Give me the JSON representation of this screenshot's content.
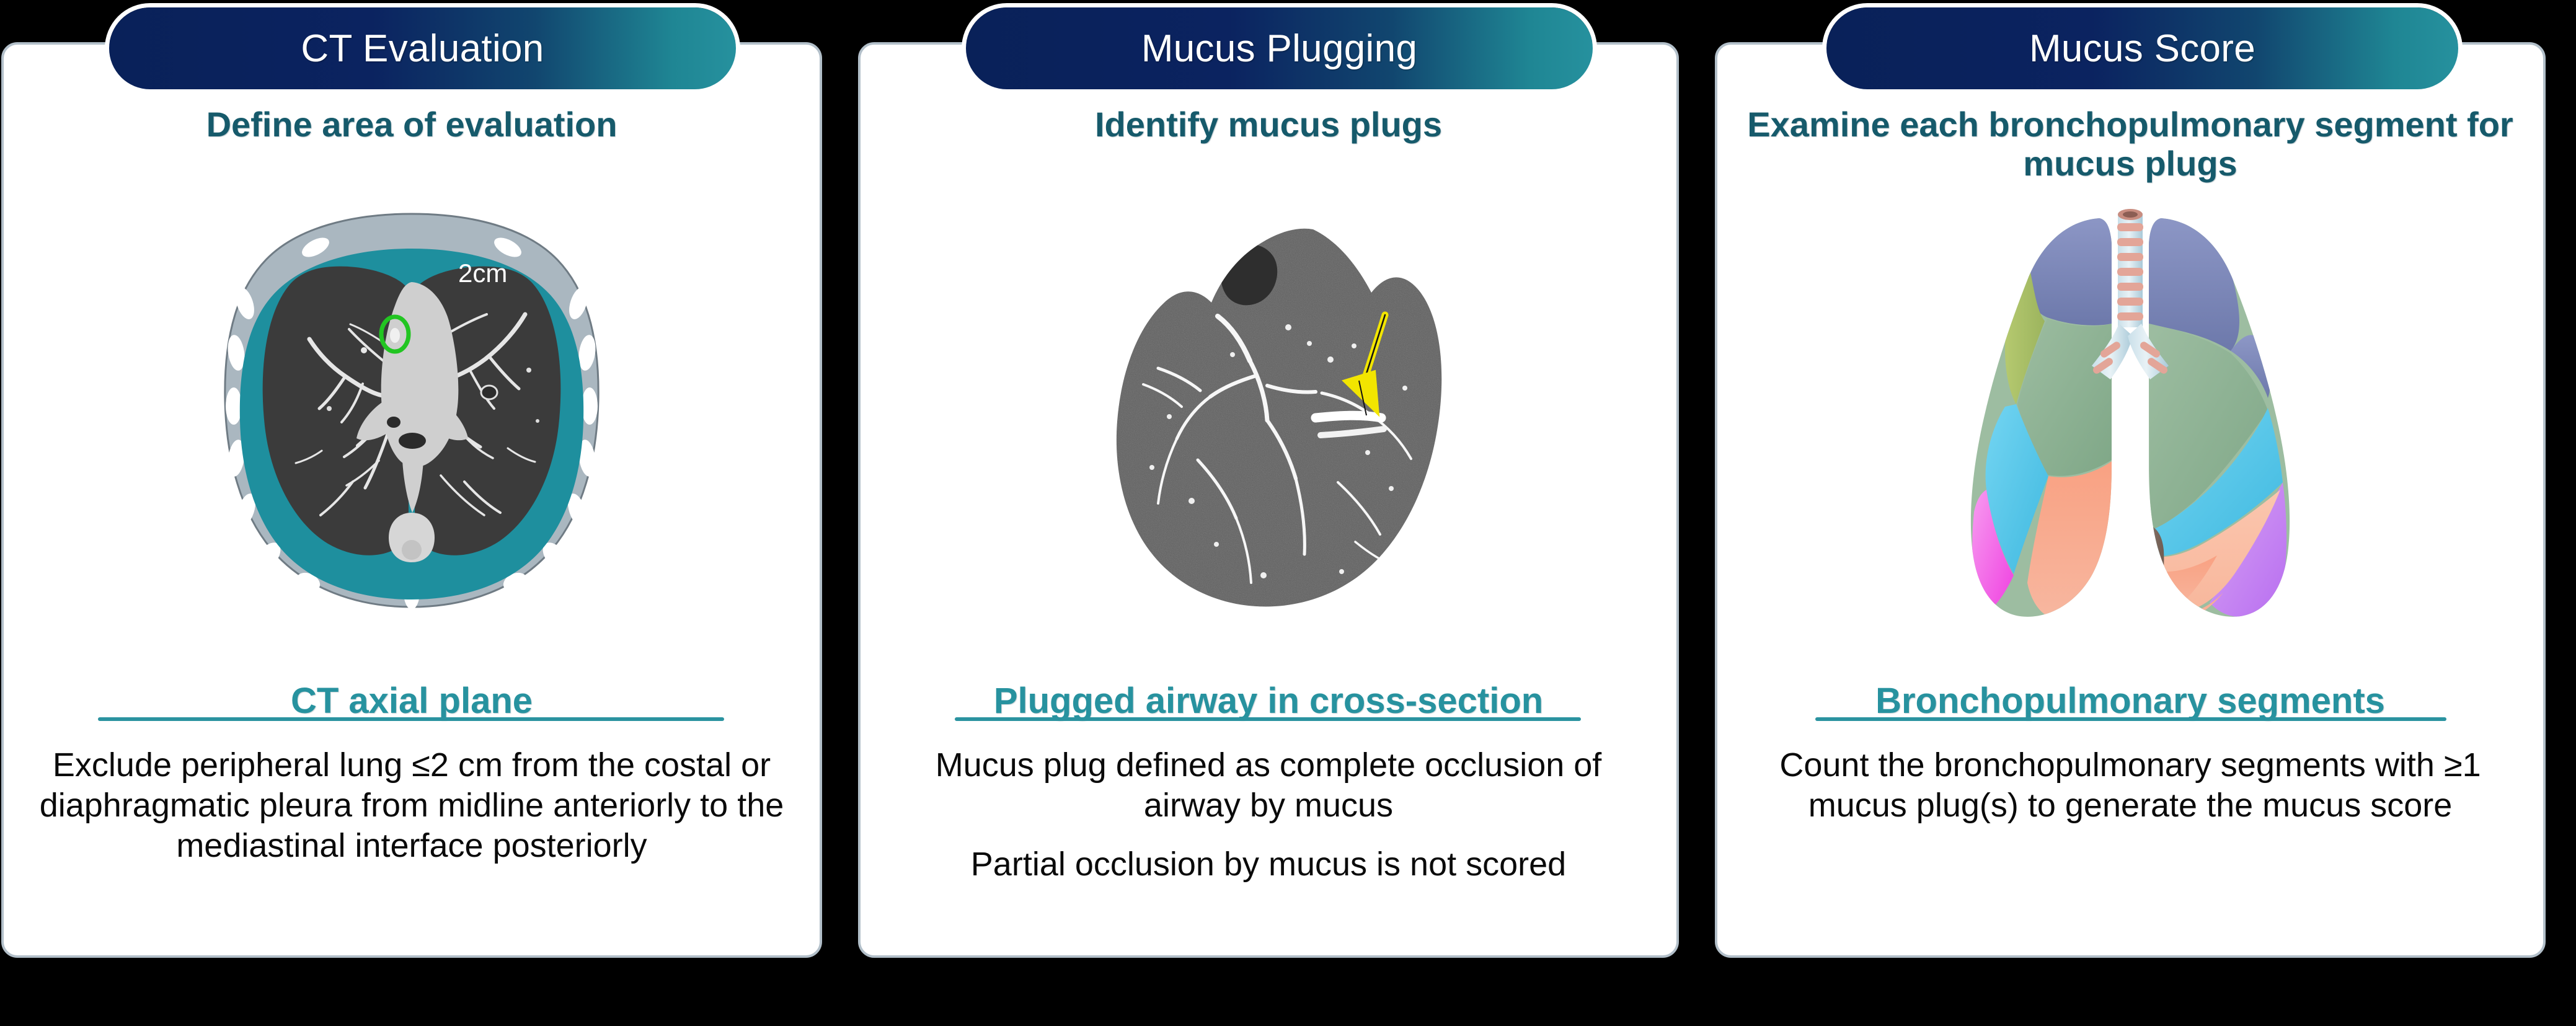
{
  "background_color": "#000000",
  "theme": {
    "pill_gradient_start": "#092159",
    "pill_gradient_end": "#26919e",
    "subtitle_color": "#165a6b",
    "caption_color": "#27929f",
    "divider_color": "#2b93a0",
    "card_border_color": "#b2bfc9",
    "card_background": "#ffffff",
    "body_text_color": "#0a0a0a"
  },
  "panels": [
    {
      "id": "ct-evaluation",
      "header": "CT Evaluation",
      "subtitle": "Define area of evaluation",
      "figure": {
        "type": "ct-axial-chest",
        "annotations": {
          "distance_label": "2cm",
          "exclusion_band_color": "#1e8f9e",
          "chest_wall_color": "#aab7c0",
          "plug_marker_color": "#22c522",
          "plug_marker_name": "mucus-plug-highlight"
        }
      },
      "caption": "CT axial plane",
      "body": [
        "Exclude peripheral lung ≤2 cm from the costal or diaphragmatic pleura from midline anteriorly to the mediastinal interface posteriorly"
      ]
    },
    {
      "id": "mucus-plugging",
      "header": "Mucus Plugging",
      "subtitle": "Identify mucus plugs",
      "figure": {
        "type": "ct-lung-cross-section",
        "annotations": {
          "arrow_color": "#f2e500",
          "arrow_name": "mucus-plug-arrow"
        }
      },
      "caption": "Plugged airway in cross-section",
      "body": [
        "Mucus plug defined as complete occlusion of airway by mucus",
        "Partial occlusion by mucus is not scored"
      ]
    },
    {
      "id": "mucus-score",
      "header": "Mucus Score",
      "subtitle": "Examine each bronchopulmonary segment for mucus plugs",
      "figure": {
        "type": "bronchopulmonary-segment-map",
        "segment_colors": [
          "#7a85b8",
          "#8fb093",
          "#a9c06a",
          "#57c7ea",
          "#f48fe8",
          "#f79e7c",
          "#c58ef0",
          "#8a7368",
          "#f6b9a2",
          "#bcd1f2"
        ],
        "trachea_color": "#b6d3e0",
        "cartilage_color": "#e3a598"
      },
      "caption": "Bronchopulmonary segments",
      "body": [
        "Count the bronchopulmonary segments with ≥1 mucus plug(s) to generate the mucus score"
      ]
    }
  ]
}
